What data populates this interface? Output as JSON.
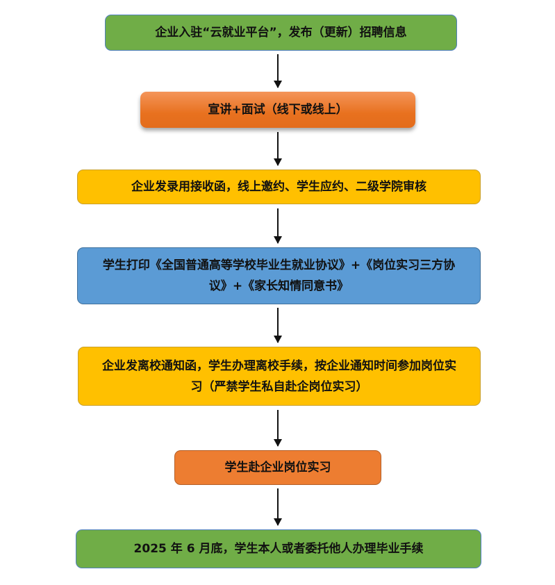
{
  "steps": [
    {
      "text": "企业入驻“云就业平台”，发布（更新）招聘信息",
      "color": "#70ad47"
    },
    {
      "text": "宣讲+面试（线下或线上）",
      "color": "#ed7d31"
    },
    {
      "text": "企业发录用接收函，线上邀约、学生应约、二级学院审核",
      "color": "#ffc000"
    },
    {
      "text": "学生打印《全国普通高等学校毕业生就业协议》+《岗位实习三方协议》+《家长知情同意书》",
      "color": "#5b9bd5"
    },
    {
      "text": "企业发离校通知函，学生办理离校手续，按企业通知时间参加岗位实习（严禁学生私自赴企岗位实习）",
      "color": "#ffc000"
    },
    {
      "text": "学生赴企业岗位实习",
      "color": "#ed7d31"
    },
    {
      "text": "2025 年 6 月底，学生本人或者委托他人办理毕业手续",
      "color": "#70ad47"
    }
  ]
}
